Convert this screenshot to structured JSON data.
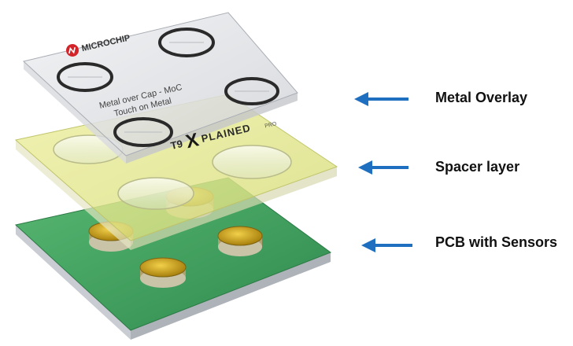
{
  "labels": {
    "metal_overlay": "Metal Overlay",
    "spacer_layer": "Spacer layer",
    "pcb_with_sensors": "PCB with Sensors"
  },
  "overlay_text": {
    "brand": "MICROCHIP",
    "line1": "Metal over Cap - MoC",
    "line2": "Touch on Metal",
    "board_name_left": "T9",
    "board_name_x": "X",
    "board_name_right": "PLAINED",
    "board_suffix": "PRO"
  },
  "colors": {
    "arrow": "#1f6fc0",
    "pcb_green": "#3f9a5a",
    "spacer_yellow": "#e6e88e",
    "overlay_gray": "#e2e3e7",
    "sensor_gold": "#c8a018",
    "brand_red": "#d3242a"
  }
}
